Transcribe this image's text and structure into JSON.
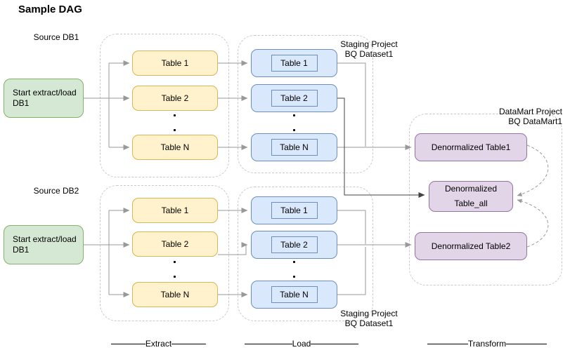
{
  "title": "Sample DAG",
  "labels": {
    "source_db1": "Source DB1",
    "source_db2": "Source DB2",
    "staging_top_line1": "Staging Project",
    "staging_top_line2": "BQ Dataset1",
    "staging_bottom_line1": "Staging Project",
    "staging_bottom_line2": "BQ Dataset1",
    "datamart_line1": "DataMart Project",
    "datamart_line2": "BQ DataMart1"
  },
  "start_nodes": {
    "db1": {
      "line1": "Start extract/load",
      "line2": "DB1"
    },
    "db2": {
      "line1": "Start extract/load",
      "line2": "DB1"
    }
  },
  "extract_db1": {
    "tables": [
      "Table 1",
      "Table 2",
      "Table N"
    ]
  },
  "load_db1": {
    "tables": [
      "Table 1",
      "Table 2",
      "Table N"
    ]
  },
  "extract_db2": {
    "tables": [
      "Table 1",
      "Table 2",
      "Table N"
    ]
  },
  "load_db2": {
    "tables": [
      "Table 1",
      "Table 2",
      "Table N"
    ]
  },
  "transform": {
    "table1": "Denormalized Table1",
    "table_all_line1": "Denormalized",
    "table_all_line2": "Table_all",
    "table2": "Denormalized Table2"
  },
  "stages": {
    "extract": "Extract",
    "load": "Load",
    "transform": "Transform"
  },
  "colors": {
    "green_fill": "#d5e8d4",
    "green_stroke": "#82b366",
    "yellow_fill": "#fff2cc",
    "yellow_stroke": "#d6b656",
    "blue_fill": "#dae8fc",
    "blue_stroke": "#6c8ebf",
    "purple_fill": "#e1d5e7",
    "purple_stroke": "#9673a6",
    "connector_gray": "#999999",
    "connector_dark": "#424242",
    "container_dash": "#c9c9c9"
  }
}
